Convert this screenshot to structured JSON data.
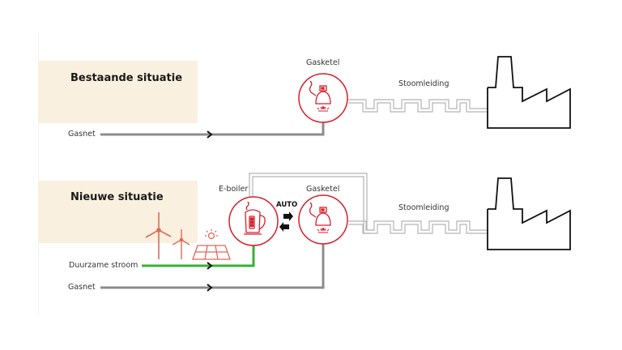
{
  "existing": {
    "title": "Bestaande situatie",
    "gas_label": "Gasnet",
    "boiler_label": "Gasketel",
    "steam_label": "Stoomleiding"
  },
  "new": {
    "title": "Nieuwe situatie",
    "eboiler_label": "E-boiler",
    "boiler_label": "Gasketel",
    "auto_label": "AUTO",
    "steam_label": "Stoomleiding",
    "renewable_label": "Duurzame stroom",
    "gas_label": "Gasnet"
  },
  "colors": {
    "accent_red": "#d81e2c",
    "renewable_green": "#3cae3a",
    "gas_grey": "#8c8c8c",
    "band_beige": "#faf0df",
    "renewable_icon": "#e06a5a"
  }
}
